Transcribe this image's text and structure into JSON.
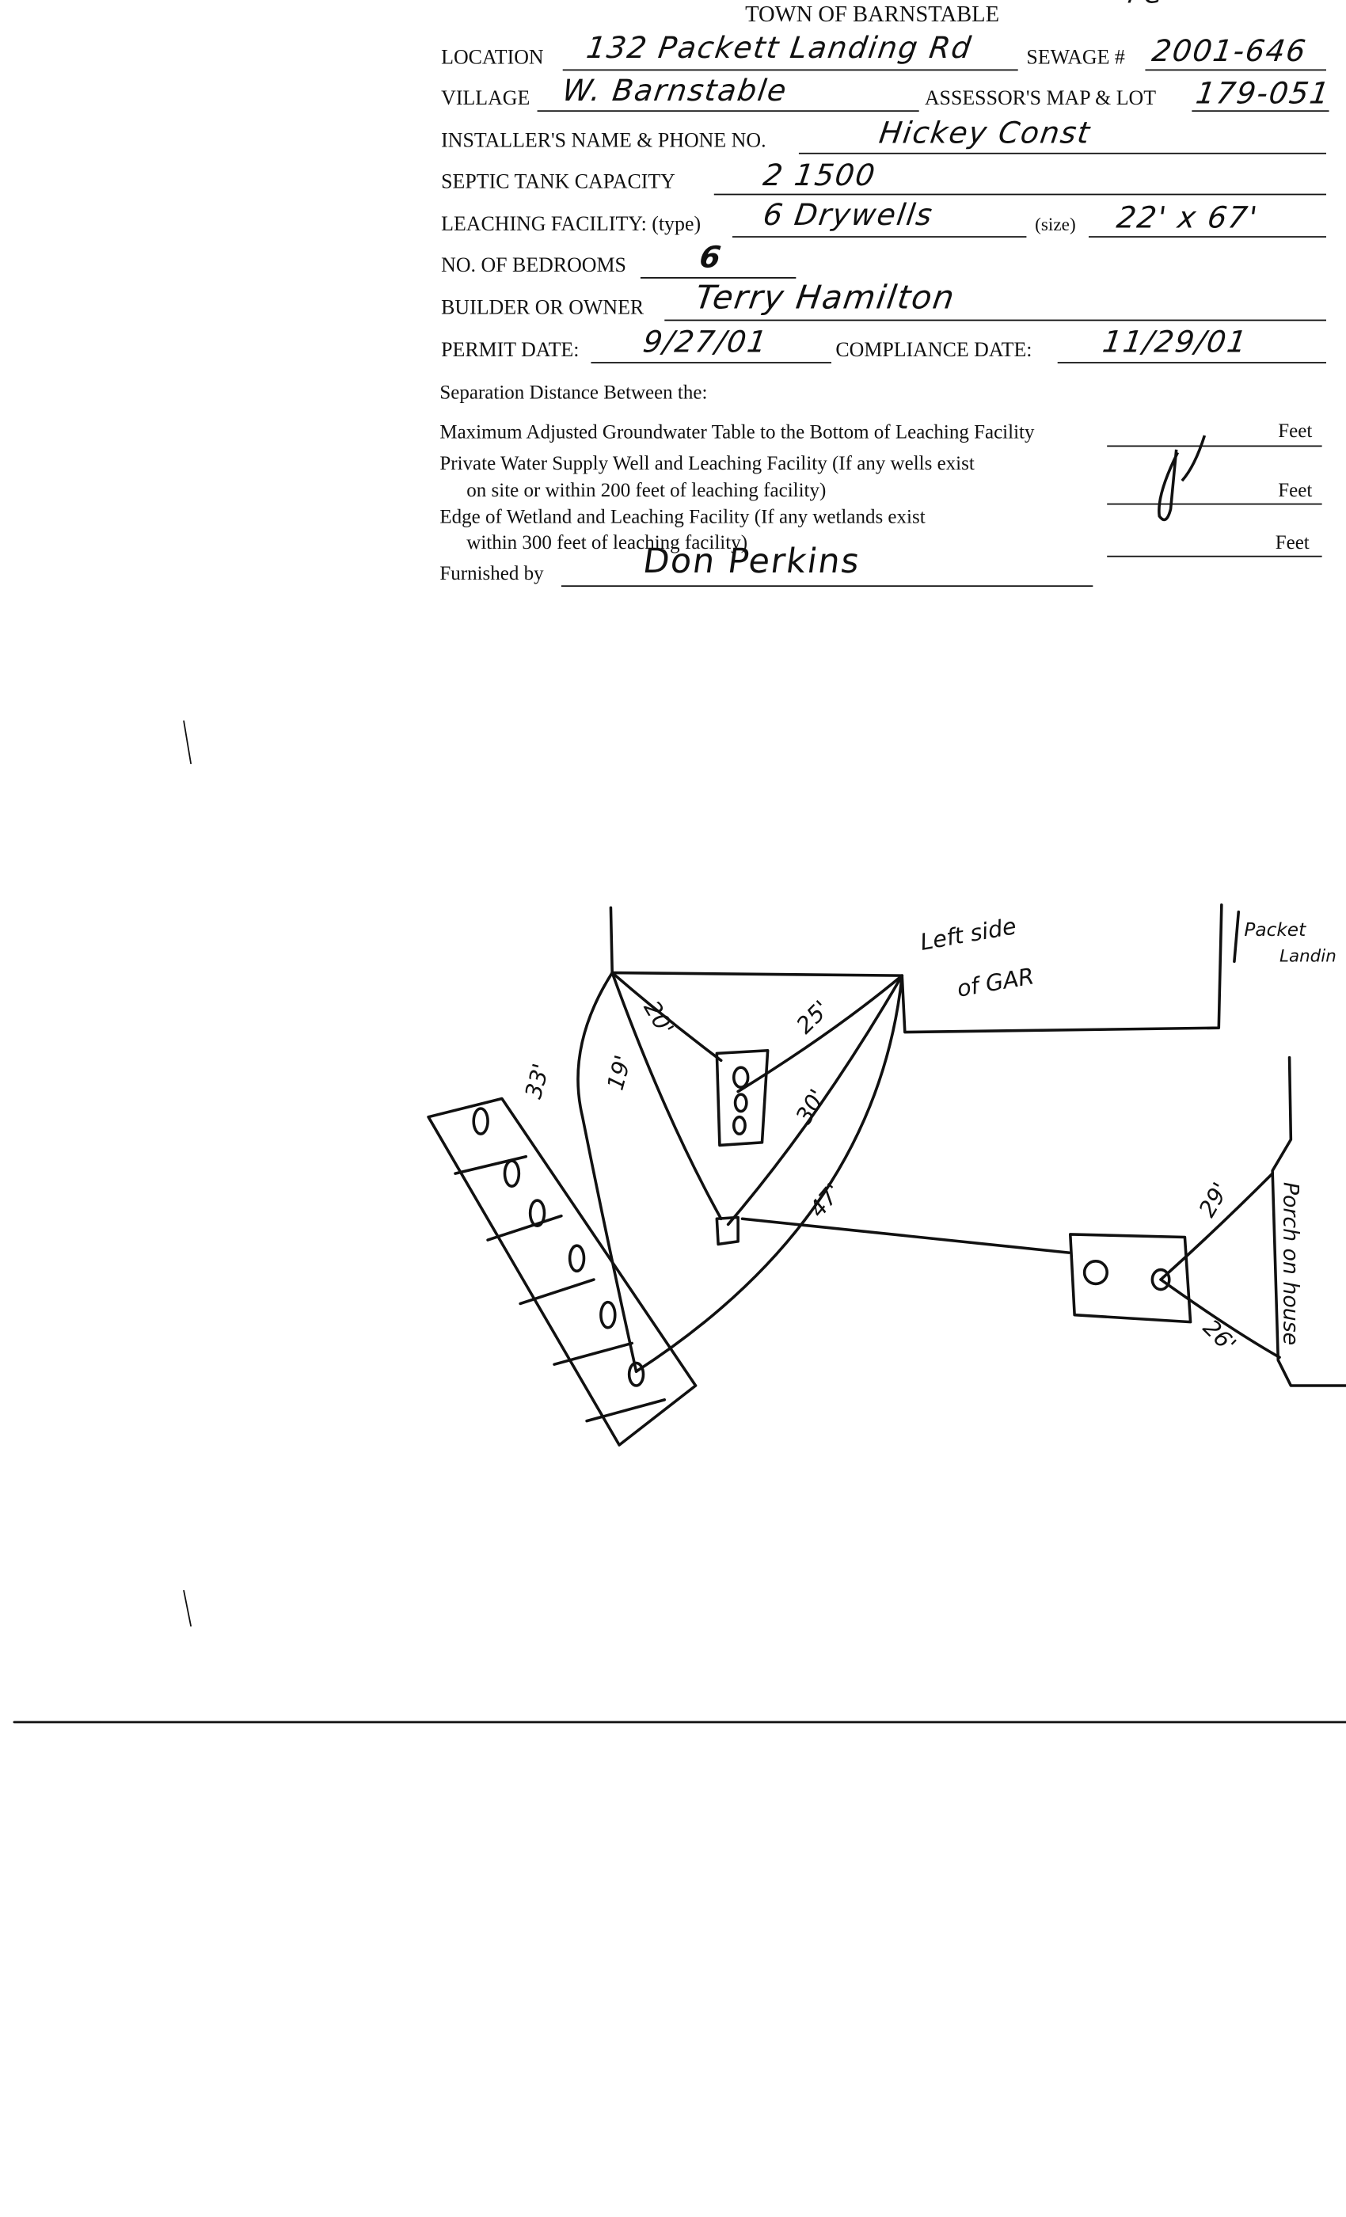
{
  "form": {
    "title": "TOWN OF BARNSTABLE",
    "corner_mark": "FC",
    "location_label": "LOCATION",
    "location_value": "132 Packett Landing Rd",
    "sewage_label": "SEWAGE #",
    "sewage_value": "2001-646",
    "village_label": "VILLAGE",
    "village_value": "W. Barnstable",
    "map_lot_label": "ASSESSOR'S MAP & LOT",
    "map_lot_value": "179-051",
    "installer_label": "INSTALLER'S NAME & PHONE NO.",
    "installer_value": "Hickey Const",
    "septic_label": "SEPTIC TANK CAPACITY",
    "septic_value": "2  1500",
    "leaching_label": "LEACHING FACILITY: (type)",
    "leaching_type_value": "6 Drywells",
    "size_label": "(size)",
    "size_value": "22' x 67'",
    "bedrooms_label": "NO. OF BEDROOMS",
    "bedrooms_value": "6",
    "owner_label": "BUILDER OR OWNER",
    "owner_value": "Terry Hamilton",
    "permit_label": "PERMIT DATE:",
    "permit_value": "9/27/01",
    "compliance_label": "COMPLIANCE DATE:",
    "compliance_value": "11/29/01"
  },
  "separation": {
    "heading": "Separation Distance Between the:",
    "row1": "Maximum Adjusted Groundwater Table to the Bottom of Leaching Facility",
    "row2a": "Private Water Supply Well and Leaching Facility  (If any wells exist",
    "row2b": "on site or within 200 feet of leaching facility)",
    "row3a": "Edge of Wetland and Leaching Facility (If any wetlands exist",
    "row3b": "within 300 feet of leaching facility)",
    "unit": "Feet",
    "initials": "DK",
    "furnished_label": "Furnished by",
    "furnished_value": "Don Perkins"
  },
  "sketch": {
    "garage_label_1": "Left side",
    "garage_label_2": "of GAR",
    "road_label_1": "Packet",
    "road_label_2": "Landin",
    "porch_label": "Porch on house",
    "dims": [
      "25'",
      "20'",
      "33'",
      "19'",
      "30'",
      "47'",
      "29'",
      "26'"
    ]
  }
}
